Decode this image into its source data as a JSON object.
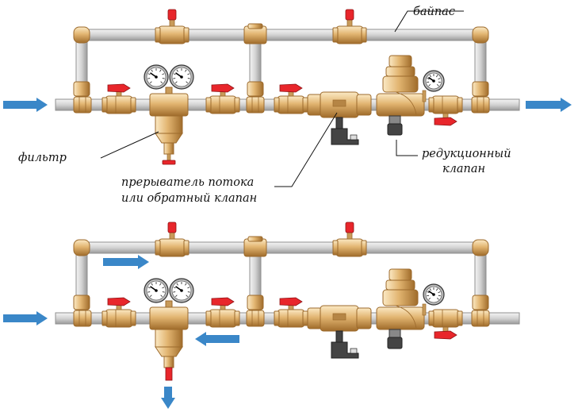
{
  "labels": {
    "bypass": "байпас",
    "filter": "фильтр",
    "flow_breaker_line1": "прерыватель потока",
    "flow_breaker_line2": "или обратный клапан",
    "reducer_line1": "редукционный",
    "reducer_line2": "клапан"
  },
  "colors": {
    "pipe_fill": "#d6d6d6",
    "pipe_stroke": "#8f8f8f",
    "brass_light": "#f7dfb0",
    "brass": "#dcaa63",
    "brass_dark": "#9c6a2c",
    "valve_handle": "#e8262b",
    "flow_arrow": "#3a87c8",
    "gauge_face": "#ffffff",
    "dark_part": "#444444"
  },
  "icons": [
    "flow-arrow-icon",
    "ball-valve-icon",
    "pressure-gauge-icon",
    "filter-body-icon",
    "check-valve-icon",
    "pressure-reducer-icon"
  ]
}
